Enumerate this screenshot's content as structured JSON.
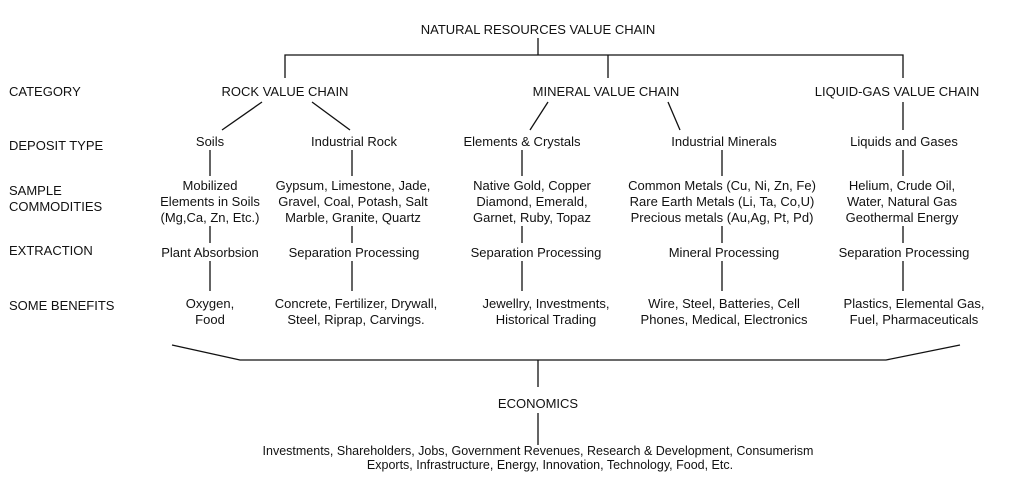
{
  "title": "NATURAL RESOURCES VALUE CHAIN",
  "row_labels": {
    "category": "CATEGORY",
    "deposit_type": "DEPOSIT TYPE",
    "sample_commodities": "SAMPLE\nCOMMODITIES",
    "extraction": "EXTRACTION",
    "some_benefits": "SOME BENEFITS"
  },
  "categories": {
    "rock": "ROCK VALUE CHAIN",
    "mineral": "MINERAL VALUE CHAIN",
    "liquid_gas": "LIQUID-GAS VALUE CHAIN"
  },
  "branches": [
    {
      "deposit": "Soils",
      "commodities": "Mobilized\nElements in Soils\n(Mg,Ca, Zn, Etc.)",
      "extraction": "Plant Absorbsion",
      "benefits": "Oxygen,\nFood"
    },
    {
      "deposit": "Industrial Rock",
      "commodities": "Gypsum, Limestone, Jade,\nGravel, Coal, Potash, Salt\nMarble, Granite, Quartz",
      "extraction": "Separation Processing",
      "benefits": "Concrete, Fertilizer, Drywall,\nSteel, Riprap, Carvings."
    },
    {
      "deposit": "Elements & Crystals",
      "commodities": "Native Gold, Copper\nDiamond, Emerald,\nGarnet, Ruby, Topaz",
      "extraction": "Separation Processing",
      "benefits": "Jewellry, Investments,\nHistorical Trading"
    },
    {
      "deposit": "Industrial Minerals",
      "commodities": "Common Metals (Cu, Ni, Zn, Fe)\nRare Earth Metals (Li, Ta, Co,U)\nPrecious metals (Au,Ag, Pt, Pd)",
      "extraction": "Mineral Processing",
      "benefits": "Wire, Steel, Batteries, Cell\nPhones, Medical, Electronics"
    },
    {
      "deposit": "Liquids and Gases",
      "commodities": "Helium, Crude Oil,\nWater, Natural Gas\nGeothermal Energy",
      "extraction": "Separation Processing",
      "benefits": "Plastics, Elemental Gas,\nFuel, Pharmaceuticals"
    }
  ],
  "economics": {
    "label": "ECONOMICS",
    "line1": "Investments, Shareholders, Jobs, Government Revenues, Research & Development, Consumerism",
    "line2": "Exports, Infrastructure, Energy, Innovation, Technology, Food, Etc."
  }
}
